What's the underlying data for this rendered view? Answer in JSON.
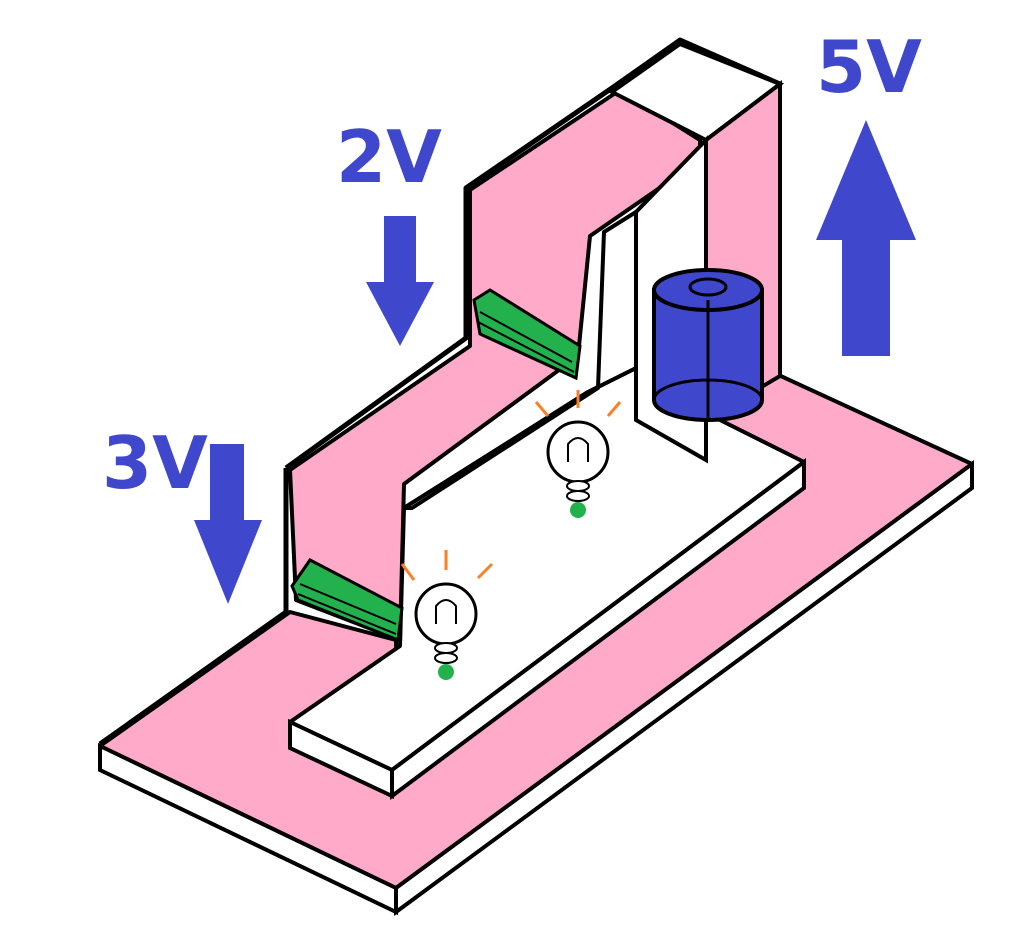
{
  "labels": {
    "top_step_voltage": "2V",
    "bottom_step_voltage": "3V",
    "battery_voltage": "5V"
  },
  "colors": {
    "track": "#ffaac8",
    "arrow": "#3f48cc",
    "battery": "#3f48cc",
    "resistor": "#22b14c",
    "bulb_base": "#22b14c",
    "glow": "#ff7f27",
    "outline": "#000000"
  },
  "icons": {
    "voltage_arrow_down": "down-arrow-icon",
    "voltage_arrow_up": "up-arrow-icon",
    "bulb": "light-bulb-icon",
    "battery": "battery-icon",
    "resistor": "resistor-icon"
  }
}
